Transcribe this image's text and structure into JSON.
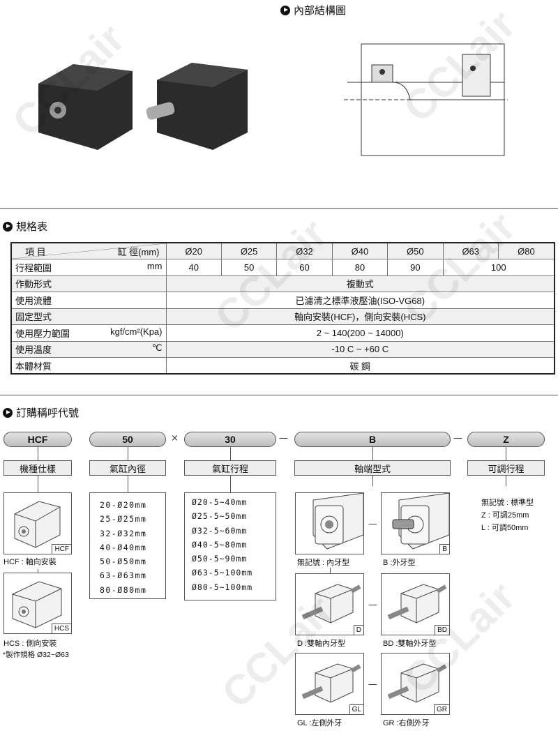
{
  "sections": {
    "structure": "內部結構圖",
    "spec": "規格表",
    "order": "訂購稱呼代號"
  },
  "watermark": "CCLair",
  "table": {
    "header_item": "項 目",
    "header_bore": "缸 徑(mm)",
    "bores": [
      "Ø20",
      "Ø25",
      "Ø32",
      "Ø40",
      "Ø50",
      "Ø63",
      "Ø80"
    ],
    "stroke_label": "行程範圍",
    "stroke_unit": "mm",
    "strokes": [
      "40",
      "50",
      "60",
      "80",
      "90",
      "100"
    ],
    "rows": [
      {
        "label": "作動形式",
        "unit": "",
        "value": "複動式"
      },
      {
        "label": "使用流體",
        "unit": "",
        "value": "已濾清之標準液壓油(ISO-VG68)"
      },
      {
        "label": "固定型式",
        "unit": "",
        "value": "軸向安裝(HCF)，側向安裝(HCS)"
      },
      {
        "label": "使用壓力範圍",
        "unit": "kgf/cm²(Kpa)",
        "value": "2 ~ 140(200 ~ 14000)"
      },
      {
        "label": "使用溫度",
        "unit": "℃",
        "value": "-10 C ~ +60 C"
      },
      {
        "label": "本體材質",
        "unit": "",
        "value": "碳 鋼"
      }
    ]
  },
  "order": {
    "codes": [
      "HCF",
      "50",
      "30",
      "B",
      "Z"
    ],
    "separators": [
      "×",
      "—",
      "—"
    ],
    "labels": [
      "機種仕樣",
      "氣缸內徑",
      "氣缸行程",
      "軸端型式",
      "可調行程"
    ],
    "models": [
      {
        "tag": "HCF",
        "caption": "HCF : 軸向安裝"
      },
      {
        "tag": "HCS",
        "caption": "HCS : 側向安裝"
      }
    ],
    "model_note": "*製作規格 Ø32~Ø63",
    "bores": [
      "20-Ø20mm",
      "25-Ø25mm",
      "32-Ø32mm",
      "40-Ø40mm",
      "50-Ø50mm",
      "63-Ø63mm",
      "80-Ø80mm"
    ],
    "strokes": [
      "Ø20-5~40mm",
      "Ø25-5~50mm",
      "Ø32-5~60mm",
      "Ø40-5~80mm",
      "Ø50-5~90mm",
      "Ø63-5~100mm",
      "Ø80-5~100mm"
    ],
    "rod_ends": [
      {
        "tag": "",
        "caption": "無記號 : 內牙型"
      },
      {
        "tag": "B",
        "caption": "B :外牙型"
      },
      {
        "tag": "D",
        "caption": "D :雙軸內牙型"
      },
      {
        "tag": "BD",
        "caption": "BD :雙軸外牙型"
      },
      {
        "tag": "GL",
        "caption": "GL :左側外牙"
      },
      {
        "tag": "GR",
        "caption": "GR :右側外牙"
      }
    ],
    "rod_sep": "—",
    "adjust": [
      "無記號 : 標準型",
      "Z : 可調25mm",
      "L : 可調50mm"
    ]
  }
}
